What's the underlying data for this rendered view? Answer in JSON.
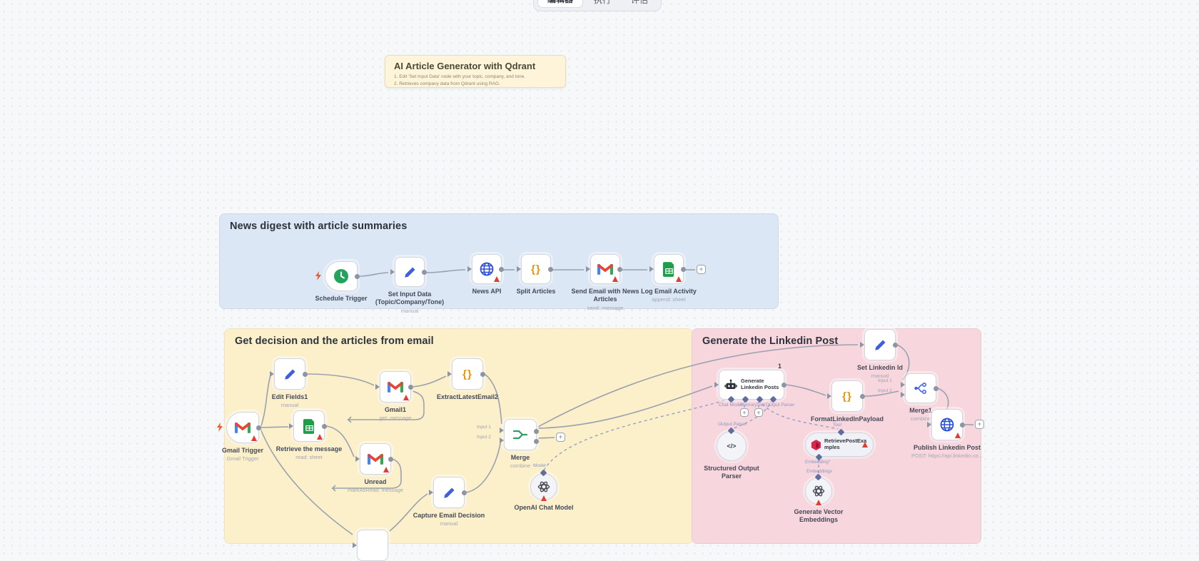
{
  "colors": {
    "sticky_blue": "#dbe7f4",
    "sticky_yellow": "#fcf0cb",
    "sticky_pink": "#f8d6dd",
    "note_yellow": "#fdf4da",
    "edge": "#9aa1ae",
    "warning": "#e03e2f",
    "accent_blue_pencil": "#3f5fe0",
    "accent_orange_braces": "#e8930c"
  },
  "icons": {
    "plus": "+",
    "braces": "{}",
    "code": "</>"
  },
  "tabs": {
    "editor": "编辑器",
    "executions": "执行",
    "evaluations": "评估"
  },
  "note": {
    "title": "AI Article Generator with Qdrant",
    "line1": "1. Edit 'Set Input Data' node with your topic, company, and tone.",
    "line2": "2. Retrieves company data from Qdrant using RAG."
  },
  "groups": {
    "news": {
      "title": "News digest with article summaries"
    },
    "email": {
      "title": "Get decision and the articles from email"
    },
    "linkedin": {
      "title": "Generate the Linkedin Post"
    }
  },
  "ports": {
    "model": "Model",
    "chat_model": "Chat Model",
    "memory": "Memory",
    "tool": "Tool",
    "output_parser": "Output Parser",
    "input1": "Input 1",
    "input2": "Input 2",
    "embedding": "Embedding*",
    "embeddings": "Embeddings"
  },
  "nodes": {
    "schedule": {
      "label": "Schedule Trigger"
    },
    "setInput": {
      "label": "Set Input Data",
      "label2": "(Topic/Company/Tone)",
      "subtitle": "manual"
    },
    "newsApi": {
      "label": "News API"
    },
    "split": {
      "label": "Split Articles"
    },
    "sendEmail": {
      "label": "Send Email with News",
      "label2": "Articles",
      "subtitle": "send: message"
    },
    "logEmail": {
      "label": "Log Email Activity",
      "subtitle": "append: sheet"
    },
    "editFields": {
      "label": "Edit Fields1",
      "subtitle": "manual"
    },
    "gmail1": {
      "label": "Gmail1",
      "subtitle": "get: message"
    },
    "extract": {
      "label": "ExtractLatestEmail2"
    },
    "gmailTrigger": {
      "label": "Gmail Trigger",
      "subtitle": "Gmail Trigger"
    },
    "retrieve": {
      "label": "Retrieve the message",
      "subtitle": "read: sheet"
    },
    "unread": {
      "label": "Unread",
      "subtitle": "markAsRead: message"
    },
    "capture": {
      "label": "Capture Email Decision",
      "subtitle": "manual"
    },
    "merge": {
      "label": "Merge",
      "subtitle": "combine"
    },
    "openaiChat": {
      "label": "OpenAI Chat Model"
    },
    "setLinkedin": {
      "label": "Set Linkedin Id",
      "subtitle": "manual"
    },
    "generate": {
      "label": "Generate",
      "label2": "Linkedin Posts",
      "badge": "1"
    },
    "format": {
      "label": "FormatLinkedInPayload"
    },
    "merge1": {
      "label": "Merge1",
      "subtitle": "combine"
    },
    "parser": {
      "label": "Structured Output",
      "label2": "Parser"
    },
    "retrievePost": {
      "label": "RetrievePostExa",
      "label2": "mples"
    },
    "embeddings": {
      "label": "Generate Vector",
      "label2": "Embeddings"
    },
    "publish": {
      "label": "Publish Linkedin Post",
      "subtitle": "POST: https://api.linkedin.co..."
    }
  }
}
